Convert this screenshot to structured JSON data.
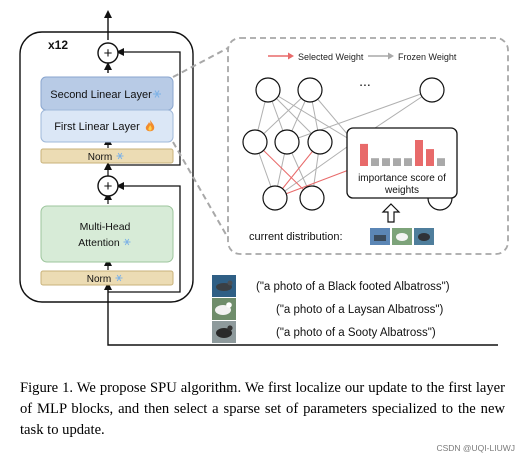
{
  "figure": {
    "repeat_label": "x12",
    "blocks": {
      "second_linear": "Second Linear Layer",
      "first_linear": "First Linear Layer",
      "norm_top": "Norm",
      "attention_line1": "Multi-Head",
      "attention_line2": "Attention",
      "norm_bottom": "Norm"
    },
    "adder_symbol": "+",
    "legend": {
      "selected": "Selected Weight",
      "frozen": "Frozen Weight"
    },
    "ellipsis": "...",
    "importance": {
      "label_line1": "importance score of",
      "label_line2": "weights",
      "bars": [
        {
          "level": 0.85,
          "selected": true
        },
        {
          "level": 0.3,
          "selected": false
        },
        {
          "level": 0.3,
          "selected": false
        },
        {
          "level": 0.3,
          "selected": false
        },
        {
          "level": 0.3,
          "selected": false
        },
        {
          "level": 1.0,
          "selected": true
        },
        {
          "level": 0.65,
          "selected": true
        },
        {
          "level": 0.3,
          "selected": false
        }
      ]
    },
    "distribution_label": "current distribution:",
    "prompts": [
      "(\"a photo of a Black footed Albatross\")",
      "(\"a photo of a Laysan Albatross\")",
      "(\"a photo of a Sooty Albatross\")"
    ]
  },
  "caption": "Figure 1. We propose SPU algorithm. We first localize our update to the first layer of MLP blocks, and then select a sparse set of parameters specialized to the new task to update.",
  "watermark": "CSDN @UQI-LIUWJ",
  "colors": {
    "selected_weight": "#e86a6a",
    "frozen_weight": "#a9a9a9",
    "linear_block": "#dbe7f6",
    "second_linear_block": "#b8cbe6",
    "norm_block": "#ecdcb4",
    "attention_block": "#d7ebd7"
  },
  "icons": {
    "linear_badge": "snowflake-icon",
    "first_linear_badge": "fire-icon",
    "arrow": "hollow-up-arrow-icon"
  }
}
